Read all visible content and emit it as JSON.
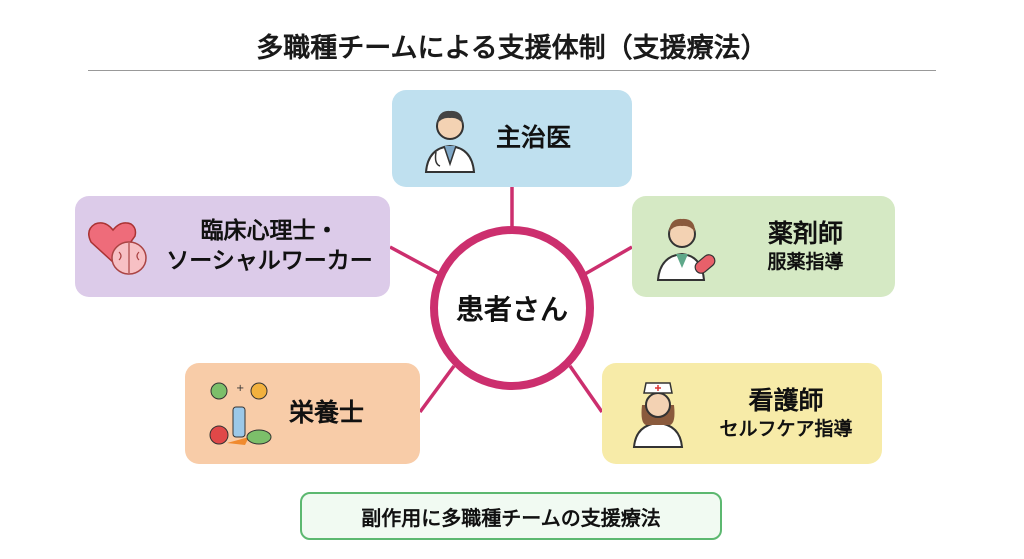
{
  "title": "多職種チームによる支援体制（支援療法）",
  "center": "患者さん",
  "roles": {
    "doctor": {
      "label": "主治医",
      "icon": "doctor-icon",
      "color": "#bfe0ef"
    },
    "psychologist": {
      "label": "臨床心理士・",
      "label2": "ソーシャルワーカー",
      "icon": "heart-brain-icon",
      "color": "#dccbe9"
    },
    "pharmacist": {
      "label": "薬剤師",
      "sub": "服薬指導",
      "icon": "pharmacist-icon",
      "color": "#d5e9c4"
    },
    "nutritionist": {
      "label": "栄養士",
      "icon": "nutrition-icon",
      "color": "#f8cca8"
    },
    "nurse": {
      "label": "看護師",
      "sub": "セルフケア指導",
      "icon": "nurse-icon",
      "color": "#f7eba8"
    }
  },
  "footer": "副作用に多職種チームの支援療法",
  "colors": {
    "accent": "#cc2f6e",
    "footer_border": "#5cb870"
  }
}
